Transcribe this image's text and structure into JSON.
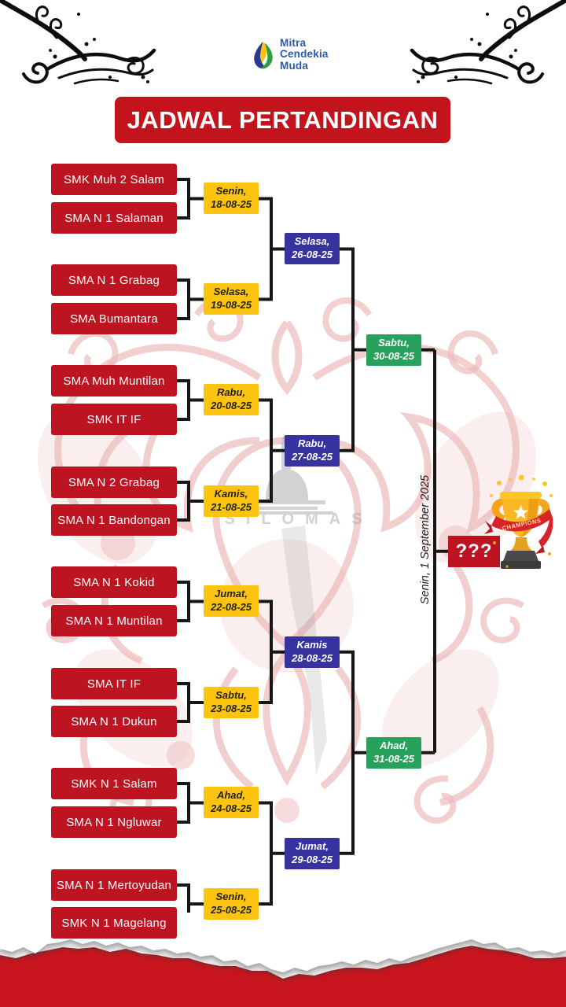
{
  "logo": {
    "line1": "Mitra",
    "line2": "Cendekia",
    "line3": "Muda"
  },
  "title": "JADWAL PERTANDINGAN",
  "bracket": {
    "teams": [
      "SMK Muh 2 Salam",
      "SMA N 1 Salaman",
      "SMA N 1 Grabag",
      "SMA Bumantara",
      "SMA Muh Muntilan",
      "SMK IT IF",
      "SMA N 2 Grabag",
      "SMA N 1 Bandongan",
      "SMA N 1 Kokid",
      "SMA N 1 Muntilan",
      "SMA IT IF",
      "SMA N 1 Dukun",
      "SMK N 1 Salam",
      "SMA N 1 Ngluwar",
      "SMA N 1 Mertoyudan",
      "SMK N 1 Magelang"
    ],
    "round1": [
      {
        "day": "Senin,",
        "date": "18-08-25"
      },
      {
        "day": "Selasa,",
        "date": "19-08-25"
      },
      {
        "day": "Rabu,",
        "date": "20-08-25"
      },
      {
        "day": "Kamis,",
        "date": "21-08-25"
      },
      {
        "day": "Jumat,",
        "date": "22-08-25"
      },
      {
        "day": "Sabtu,",
        "date": "23-08-25"
      },
      {
        "day": "Ahad,",
        "date": "24-08-25"
      },
      {
        "day": "Senin,",
        "date": "25-08-25"
      }
    ],
    "quarterfinals": [
      {
        "day": "Selasa,",
        "date": "26-08-25"
      },
      {
        "day": "Rabu,",
        "date": "27-08-25"
      },
      {
        "day": "Kamis",
        "date": "28-08-25"
      },
      {
        "day": "Jumat,",
        "date": "29-08-25"
      }
    ],
    "semifinals": [
      {
        "day": "Sabtu,",
        "date": "30-08-25"
      },
      {
        "day": "Ahad,",
        "date": "31-08-25"
      }
    ],
    "final_label": "Senin, 1 September 2025",
    "champion_placeholder": "???",
    "trophy_ribbon": "CHAMPIONS"
  },
  "watermark": {
    "text": "SILOMAS"
  },
  "colors": {
    "red": "#bc1420",
    "yellow": "#fcc40f",
    "blue": "#37339e",
    "green": "#27a15b",
    "title_red": "#c3141d",
    "torn_red": "#c8151e"
  }
}
